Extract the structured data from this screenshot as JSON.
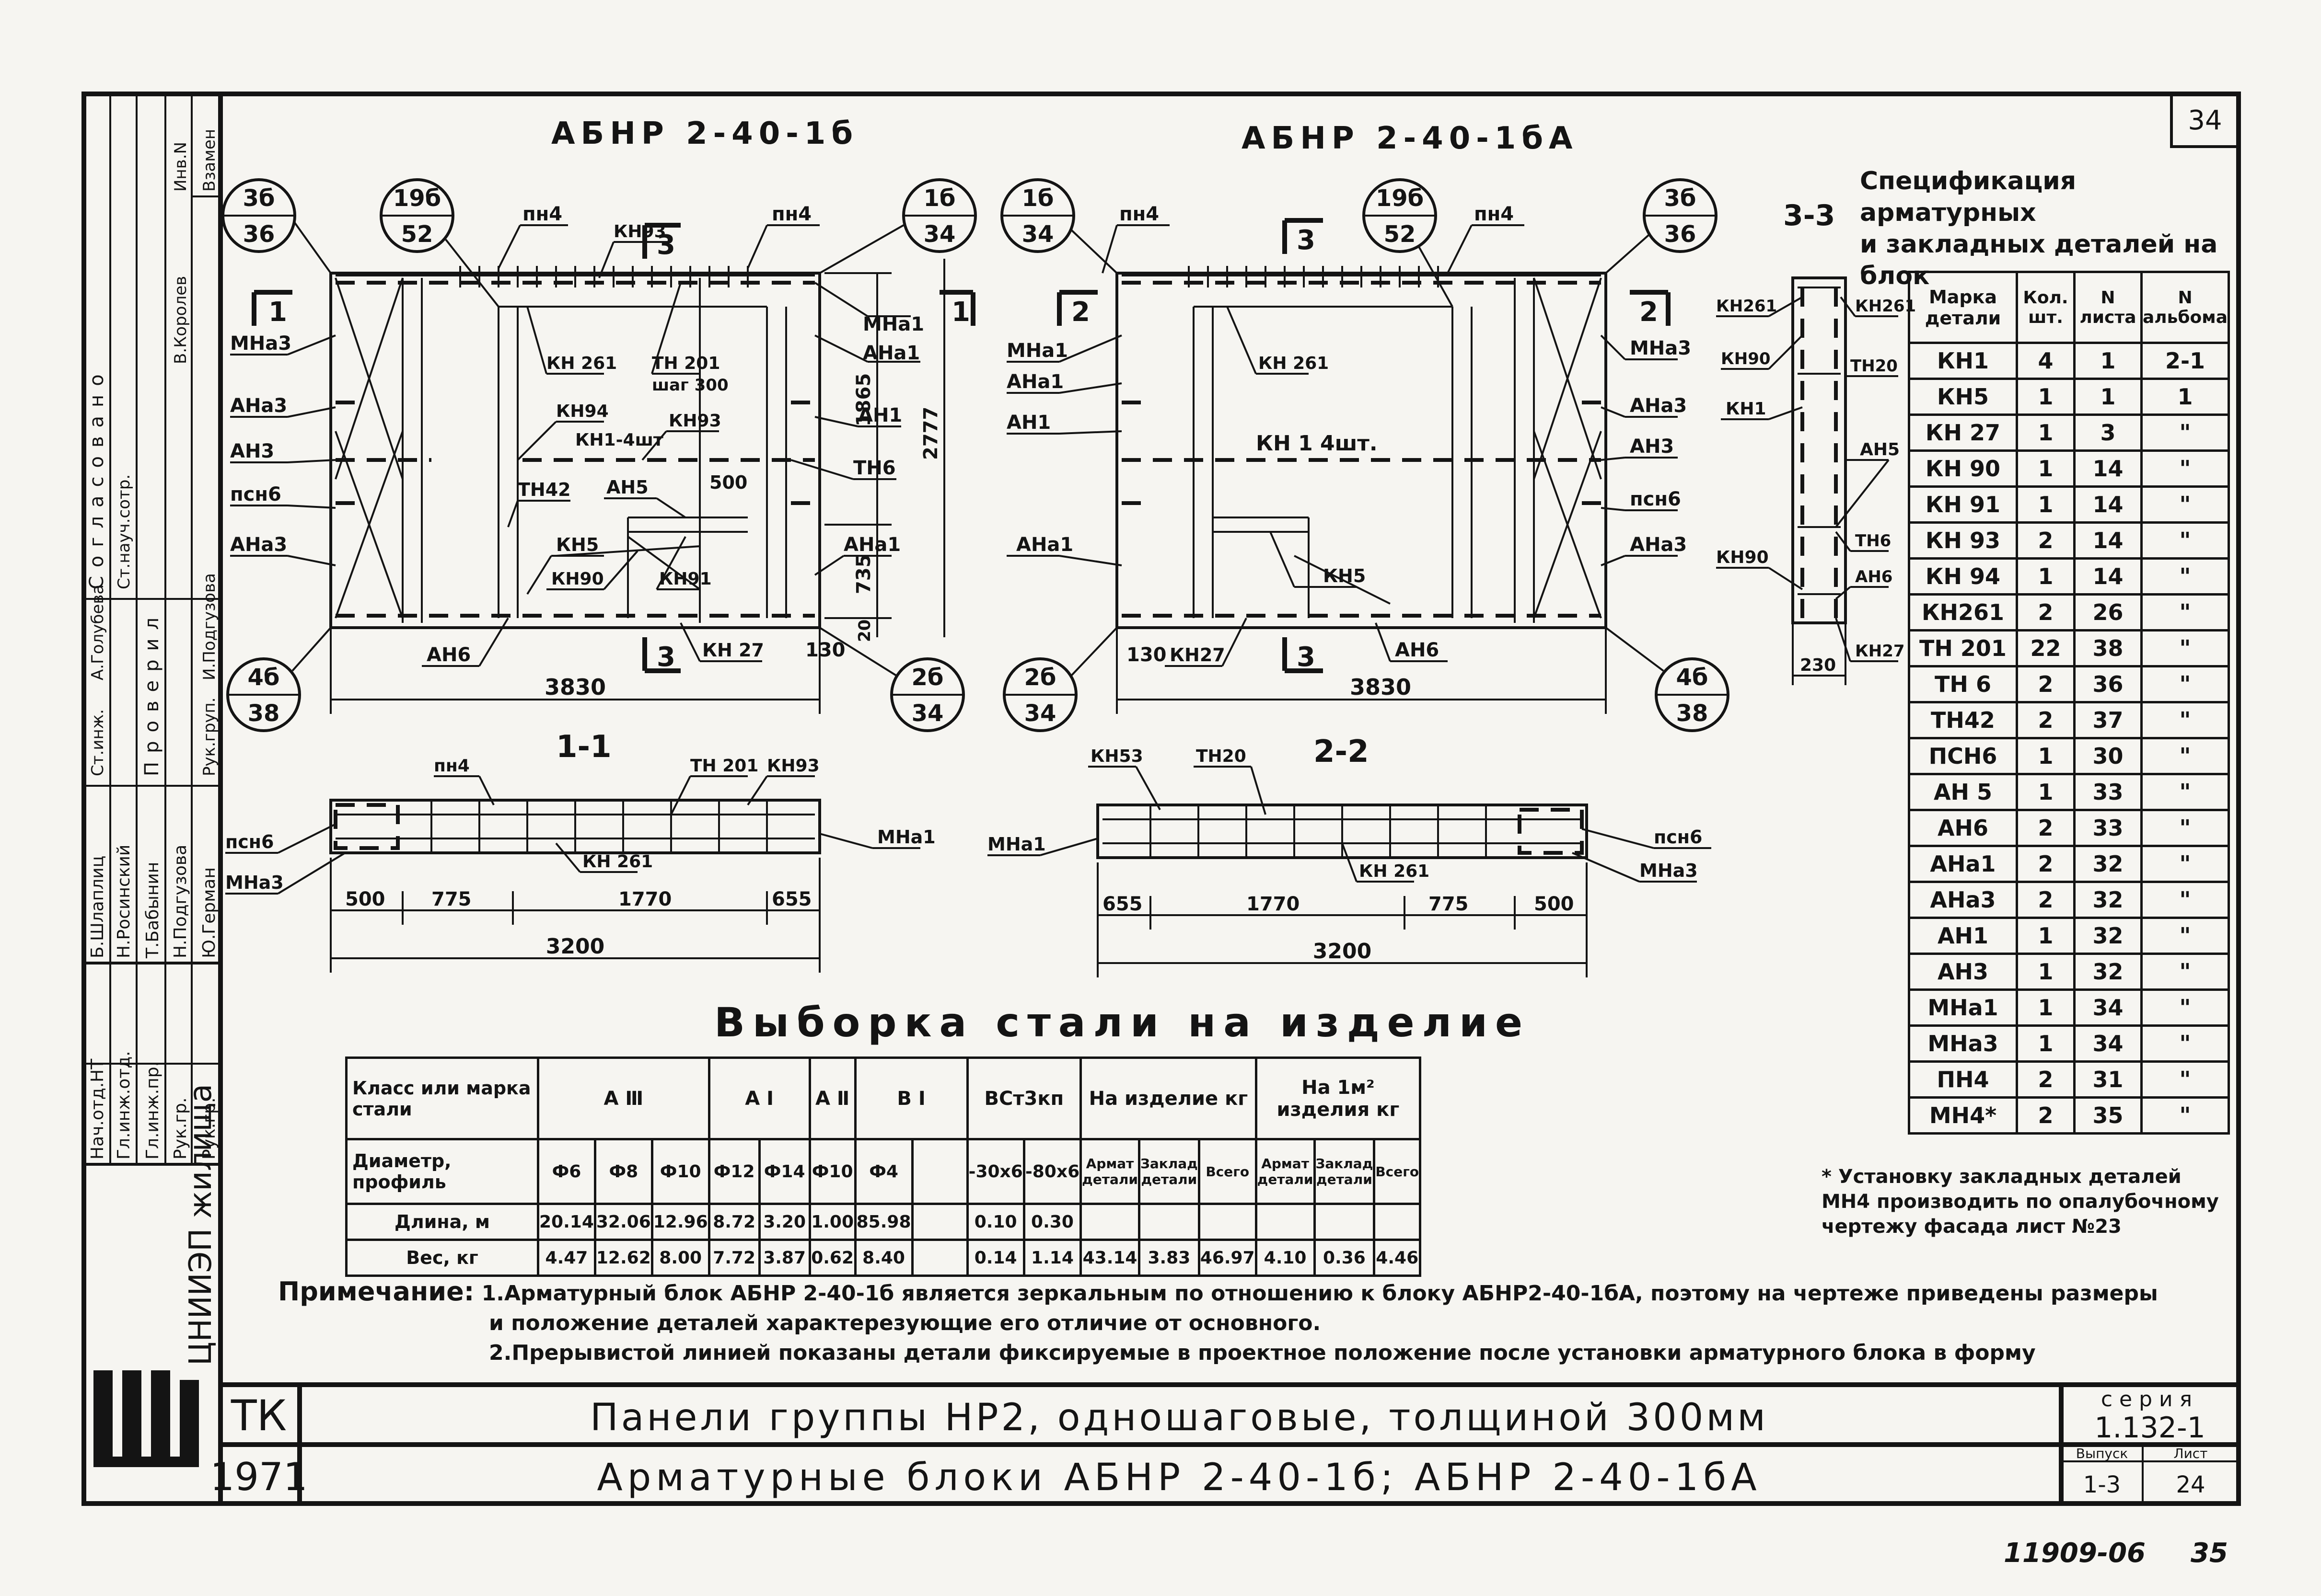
{
  "sheet": {
    "page_number": "34",
    "bottom_code": "11909-06",
    "bottom_page": "35"
  },
  "drawings": {
    "left_title": "АБНР 2-40-1б",
    "right_title": "АБНР 2-40-1бА",
    "section_1": "1-1",
    "section_2": "2-2",
    "section_3": "3-3",
    "callouts": {
      "c1": {
        "top": "3б",
        "bottom": "36"
      },
      "c2": {
        "top": "19б",
        "bottom": "52"
      },
      "c3": {
        "top": "1б",
        "bottom": "34"
      },
      "c4": {
        "top": "4б",
        "bottom": "38"
      },
      "c5": {
        "top": "2б",
        "bottom": "34"
      }
    },
    "labels": {
      "pn4": "пн4",
      "kn93": "КН93",
      "kn261": "КН 261",
      "tn201": "ТН 201",
      "shag": "шаг 300",
      "kn94": "КН94",
      "kn1_4": "КН1-4шт",
      "tn42": "ТН42",
      "an5": "АН5",
      "kn5": "КН5",
      "kn90": "КН90",
      "kn91": "КН91",
      "kn27": "КН 27",
      "an6": "АН6",
      "mna1": "МНа1",
      "ana1": "АНа1",
      "an1": "АН1",
      "tn6": "ТН6",
      "mna3": "МНа3",
      "ana3": "АНа3",
      "an3": "АН3",
      "psn6": "псн6",
      "kn1_right": "КН 1  4шт.",
      "kn53": "КН53",
      "tn20": "ТН20",
      "kn261b": "КН261",
      "kn90b": "КН90",
      "kn1b": "КН1",
      "kn27b": "КН27",
      "tn20b": "ТН20",
      "an5b": "АН5",
      "tn6b": "ТН6",
      "an6b": "АН6"
    },
    "dims": {
      "w3830": "3830",
      "d1865": "1865",
      "d2777": "2777",
      "d735": "735",
      "d500": "500",
      "d130": "130",
      "d20": "20",
      "d3200": "3200",
      "d775": "775",
      "d1770": "1770",
      "d655": "655",
      "d500b": "500",
      "d230": "230"
    },
    "sec_marks": {
      "m1": "1",
      "m2": "2",
      "m3": "3"
    }
  },
  "spec_table": {
    "title_line1": "Спецификация арматурных",
    "title_line2": "и закладных деталей на блок",
    "headers": [
      "Марка детали",
      "Кол. шт.",
      "N листа",
      "N альбома"
    ],
    "rows": [
      [
        "КН1",
        "4",
        "1",
        "2-1"
      ],
      [
        "КН5",
        "1",
        "1",
        "1"
      ],
      [
        "КН 27",
        "1",
        "3",
        "\""
      ],
      [
        "КН 90",
        "1",
        "14",
        "\""
      ],
      [
        "КН 91",
        "1",
        "14",
        "\""
      ],
      [
        "КН 93",
        "2",
        "14",
        "\""
      ],
      [
        "КН 94",
        "1",
        "14",
        "\""
      ],
      [
        "КН261",
        "2",
        "26",
        "\""
      ],
      [
        "ТН 201",
        "22",
        "38",
        "\""
      ],
      [
        "ТН 6",
        "2",
        "36",
        "\""
      ],
      [
        "ТН42",
        "2",
        "37",
        "\""
      ],
      [
        "ПСН6",
        "1",
        "30",
        "\""
      ],
      [
        "АН 5",
        "1",
        "33",
        "\""
      ],
      [
        "АН6",
        "2",
        "33",
        "\""
      ],
      [
        "АНа1",
        "2",
        "32",
        "\""
      ],
      [
        "АНа3",
        "2",
        "32",
        "\""
      ],
      [
        "АН1",
        "1",
        "32",
        "\""
      ],
      [
        "АН3",
        "1",
        "32",
        "\""
      ],
      [
        "МНа1",
        "1",
        "34",
        "\""
      ],
      [
        "МНа3",
        "1",
        "34",
        "\""
      ],
      [
        "ПН4",
        "2",
        "31",
        "\""
      ],
      [
        "МН4*",
        "2",
        "35",
        "\""
      ]
    ],
    "footnote": "* Установку закладных деталей МН4 производить по опалубочному чертежу фасада лист №23"
  },
  "steel_table": {
    "title": "Выборка стали на изделие",
    "row_class_label": "Класс или марка стали",
    "classes": {
      "a3": "А Ⅲ",
      "a1": "А Ⅰ",
      "a2": "А Ⅱ",
      "b1": "В Ⅰ",
      "vst": "ВСт3кп",
      "item": "На изделие кг",
      "per_m2": "На 1м² изделия кг"
    },
    "row_diam_label": "Диаметр, профиль",
    "diameters": [
      "Ф6",
      "Ф8",
      "Ф10",
      "Ф12",
      "Ф14",
      "Ф10",
      "Ф4",
      "",
      "-30х6",
      "-80х6",
      "Армат детали",
      "Заклад детали",
      "Всего",
      "Армат детали",
      "Заклад детали",
      "Всего"
    ],
    "row_length_label": "Длина, м",
    "lengths": [
      "20.14",
      "32.06",
      "12.96",
      "8.72",
      "3.20",
      "1.00",
      "85.98",
      "",
      "0.10",
      "0.30",
      "",
      "",
      "",
      "",
      "",
      ""
    ],
    "row_weight_label": "Вес, кг",
    "weights": [
      "4.47",
      "12.62",
      "8.00",
      "7.72",
      "3.87",
      "0.62",
      "8.40",
      "",
      "0.14",
      "1.14",
      "43.14",
      "3.83",
      "46.97",
      "4.10",
      "0.36",
      "4.46"
    ]
  },
  "notes": {
    "label": "Примечание:",
    "note1": "1.Арматурный блок АБНР 2-40-1б является зеркальным по отношению к блоку АБНР2-40-1бА, поэтому на чертеже приведены размеры",
    "note1b": "и положение деталей характерезующие его отличие от основного.",
    "note2": "2.Прерывистой линией показаны детали фиксируемые в проектное положение после установки арматурного блока в форму"
  },
  "title_block": {
    "tk": "ТК",
    "year": "1971",
    "line1": "Панели группы НР2, одношаговые, толщиной 300мм",
    "line2": "Арматурные блоки АБНР 2-40-1б; АБНР 2-40-1бА",
    "series_label": "серия",
    "series_value": "1.132-1",
    "issue_label": "Выпуск",
    "issue_value": "1-3",
    "sheet_label": "Лист",
    "sheet_value": "24"
  },
  "side_stamp": {
    "org": "ЦНИИЭП жилища",
    "col_headers": [
      "Нач.отд.НТ",
      "Гл.инж.отд.",
      "Гл.инж.пр.",
      "Рук.гр.",
      "Рук.гр."
    ],
    "names": [
      "Б.Шлаплиц",
      "Н.Росинский",
      "Т.Бабынин",
      "Н.Подгузова",
      "Ю.Герман"
    ],
    "stage_checked": "Проверил",
    "positions_checked": [
      "Ст.инж.",
      "Рук.груп."
    ],
    "names_checked": [
      "А.Голубева",
      "И.Подгузова"
    ],
    "stage_agreed": "Согласовано",
    "positions_agreed": [
      "Ст.науч.сотр."
    ],
    "names_agreed": [
      "В.Королев"
    ],
    "inv_label": "Инв.N",
    "vzam_label": "Взамен"
  }
}
